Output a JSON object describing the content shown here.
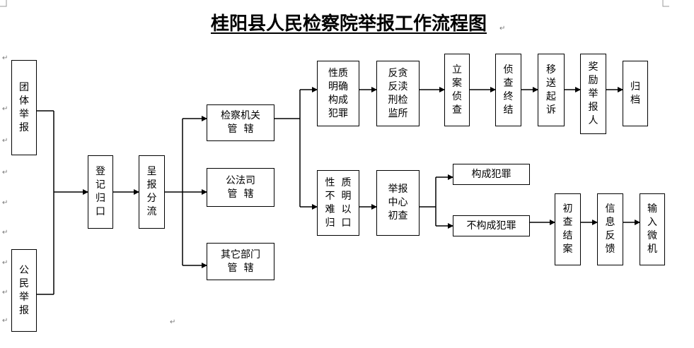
{
  "title": "桂阳县人民检察院举报工作流程图",
  "nodes": {
    "tuanti": "团\n体\n举\n报",
    "gongmin": "公\n民\n举\n报",
    "dengji": "登\n记\n归\n口",
    "chengbao": "呈\n报\n分\n流",
    "jianchajiguan": "检察机关\n管  辖",
    "gongfasi": "公法司\n管  辖",
    "qita": "其它部门\n管  辖",
    "xingzhi_que": "性质\n明确\n构成\n犯罪",
    "fantan": "反贪\n反渎\n刑检\n监所",
    "lian": "立\n案\n侦\n查",
    "zhencha": "侦\n查\n终\n结",
    "yisong": "移\n送\n起\n诉",
    "jiangli": "奖\n励\n举\n报\n人",
    "guidang": "归\n档",
    "xingzhi_bu": "性  质\n不  明\n难  以\n归  口",
    "jubao_zx": "举报\n中心\n初查",
    "goucheng": "构成犯罪",
    "bugoucheng": "不构成犯罪",
    "chucha": "初\n查\n结\n案",
    "xinxi": "信\n息\n反\n馈",
    "shuru": "输\n入\n微\n机"
  },
  "paragraph_mark": "↵"
}
